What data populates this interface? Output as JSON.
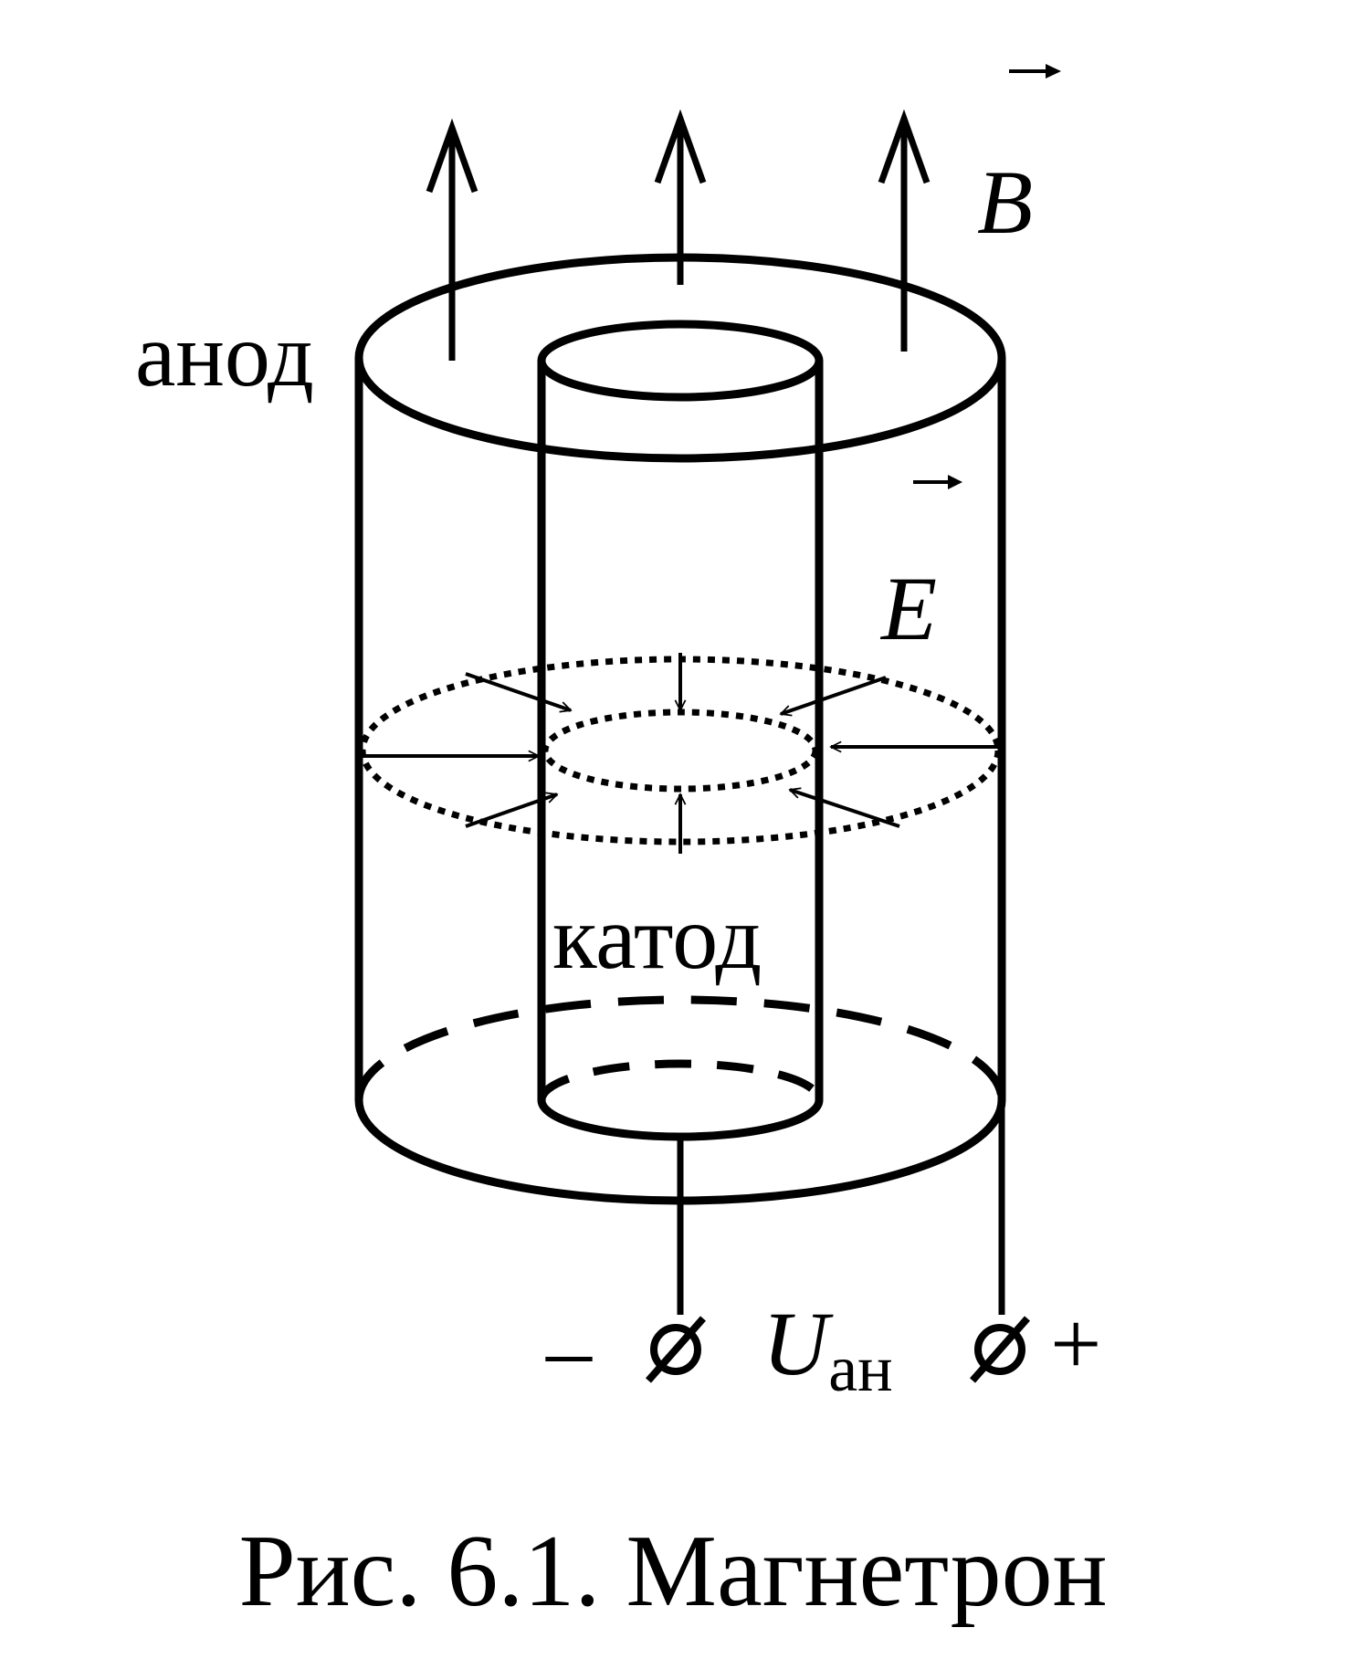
{
  "labels": {
    "anode": "анод",
    "cathode": "катод",
    "field_b": "B",
    "field_e": "E",
    "voltage_symbol": "U",
    "voltage_subscript": "ан",
    "minus_terminal": "–",
    "plus_terminal": "+"
  },
  "caption": "Рис. 6.1. Магнетрон",
  "icons": {
    "magnetic_field_arrows": "arrow-up-icon",
    "vector_arrow": "vector-arrow-icon",
    "terminal": "terminal-circle-icon"
  }
}
